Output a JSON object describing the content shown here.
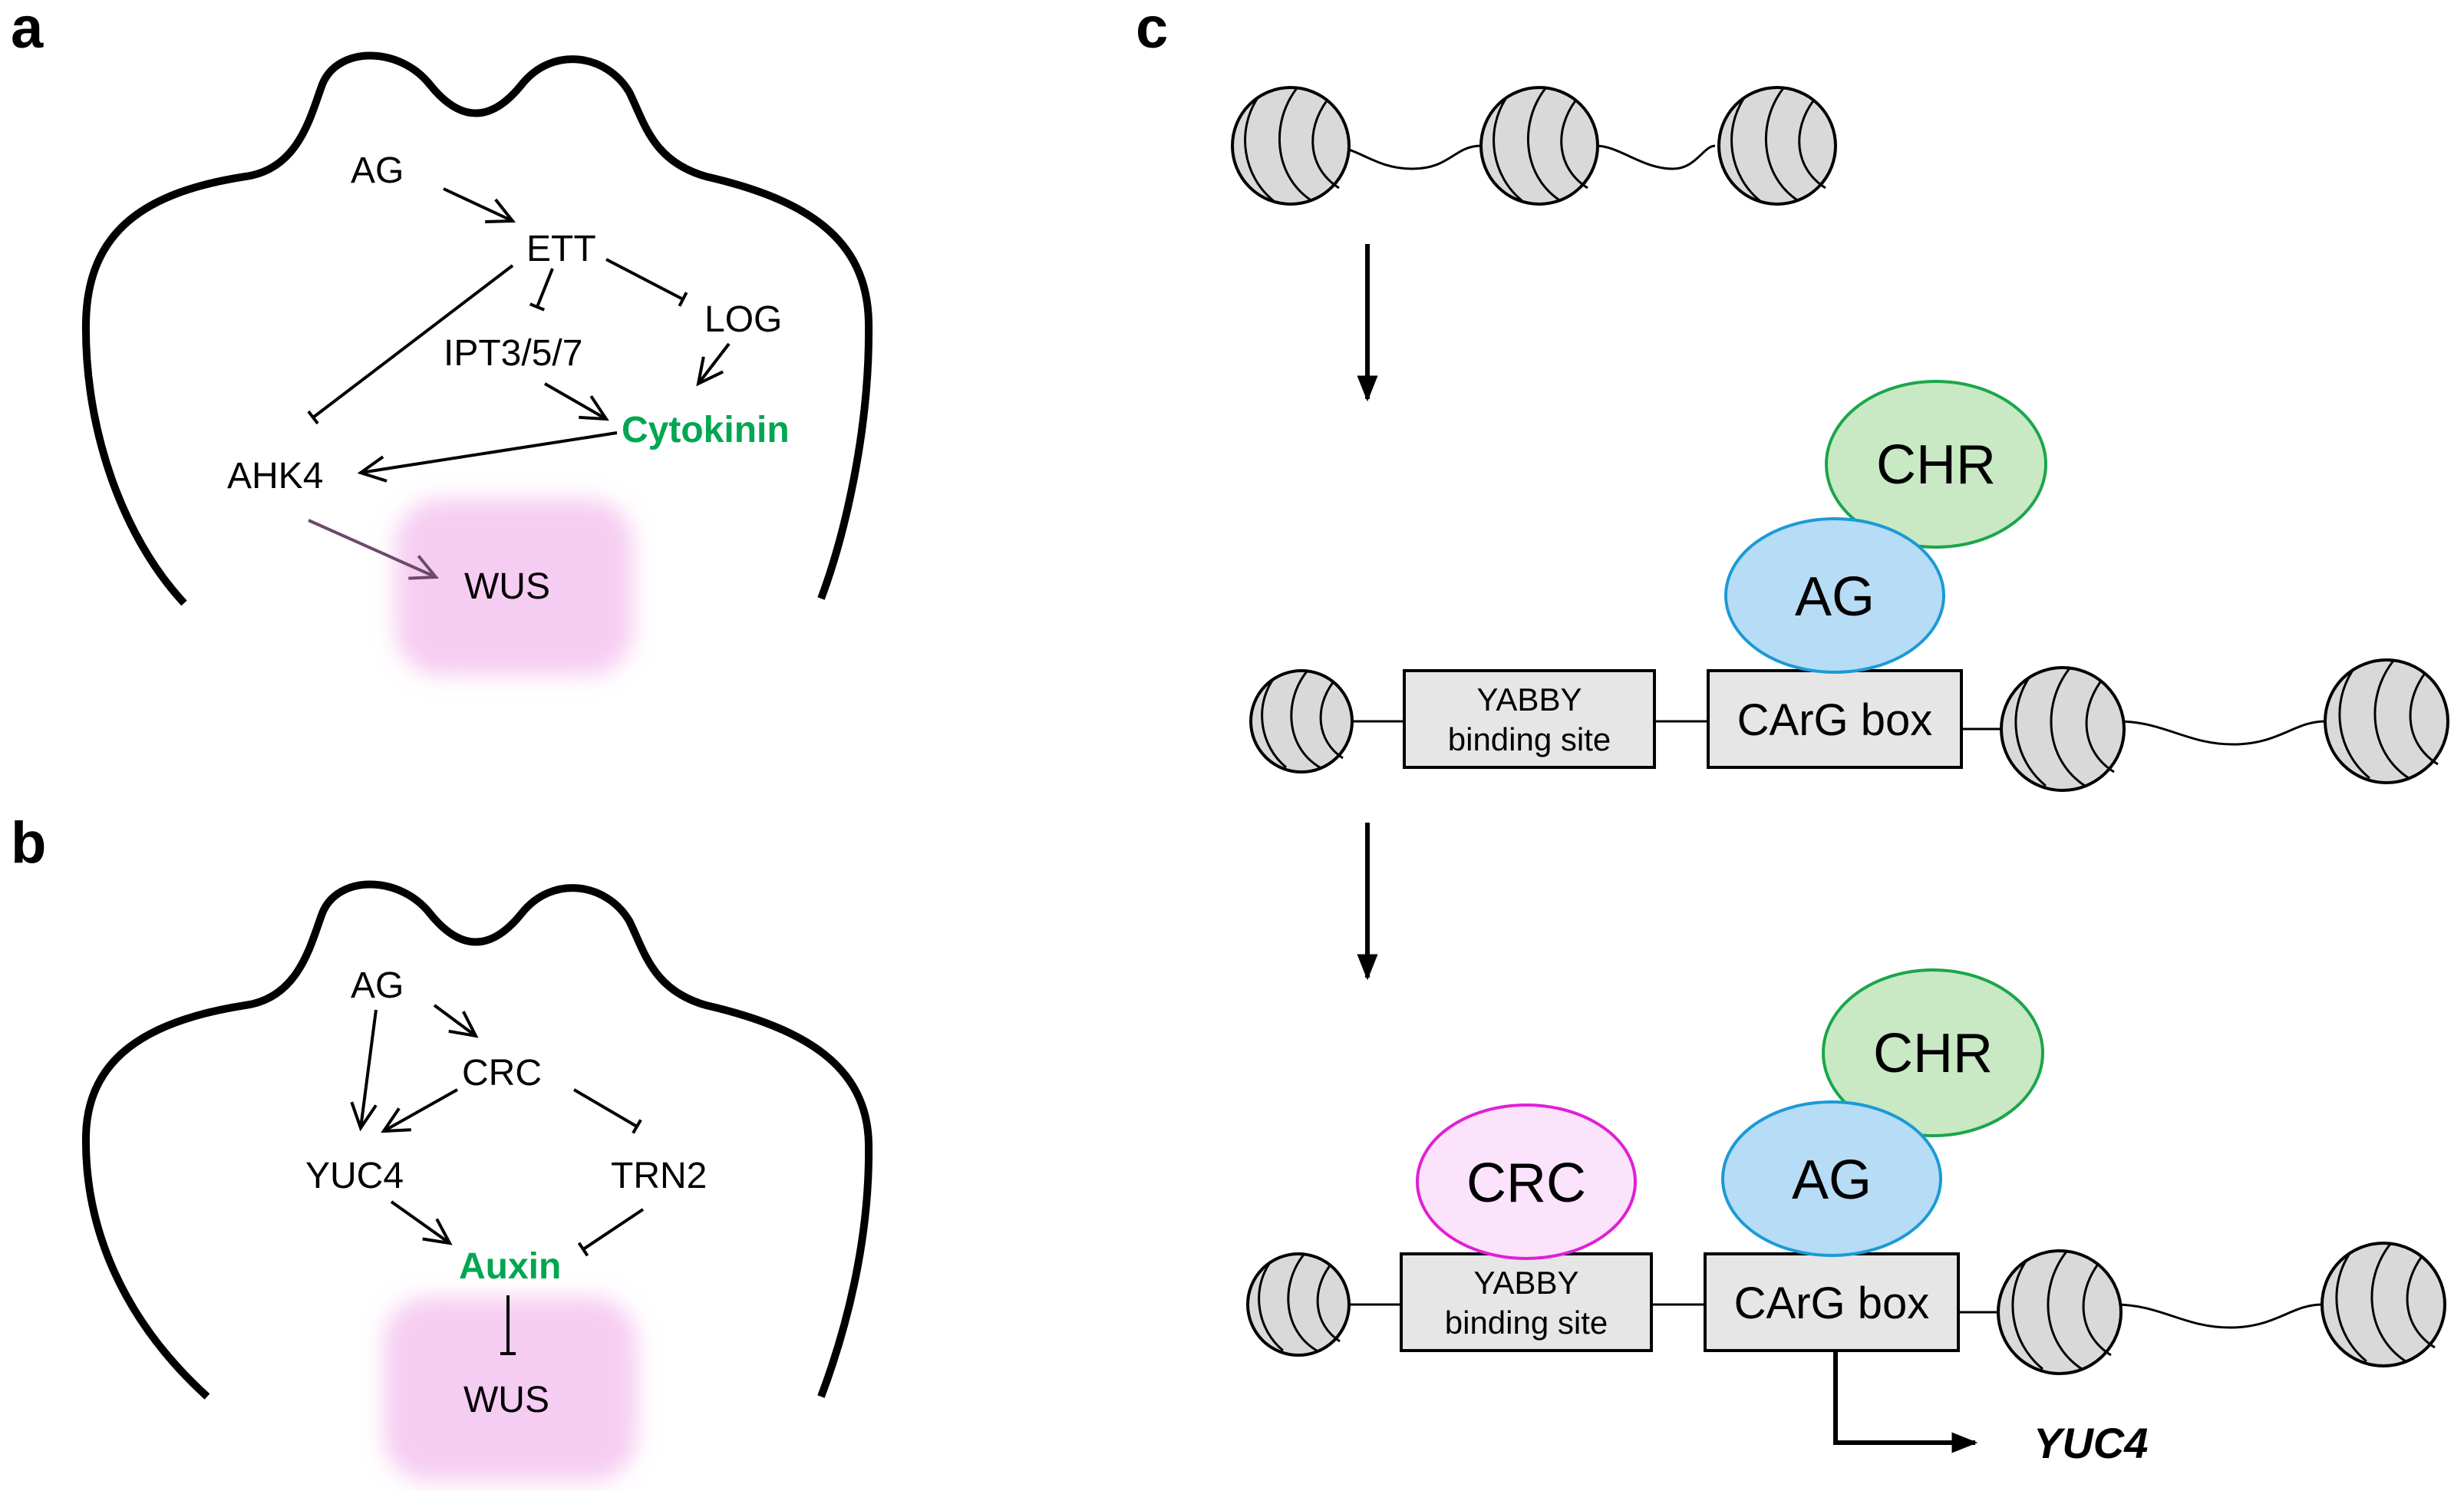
{
  "panels": {
    "a": {
      "letter": "a",
      "nodes": {
        "AG": "AG",
        "ETT": "ETT",
        "LOG": "LOG",
        "IPT": "IPT3/5/7",
        "Cytokinin": "Cytokinin",
        "AHK4": "AHK4",
        "WUS": "WUS"
      }
    },
    "b": {
      "letter": "b",
      "nodes": {
        "AG": "AG",
        "CRC": "CRC",
        "YUC4": "YUC4",
        "TRN2": "TRN2",
        "Auxin": "Auxin",
        "WUS": "WUS"
      }
    },
    "c": {
      "letter": "c",
      "proteins": {
        "CHR": "CHR",
        "AG": "AG",
        "CRC": "CRC"
      },
      "sites": {
        "yabby_line1": "YABBY",
        "yabby_line2": "binding site",
        "carg": "CArG box"
      },
      "target_gene": "YUC4"
    }
  },
  "colors": {
    "hormone_green": "#00a651",
    "wus_pink": "#f6cdf2",
    "chr_fill": "#c9e8c4",
    "chr_stroke": "#1aa64a",
    "ag_fill": "#b7dcf5",
    "ag_stroke": "#1b9ad6",
    "crc_fill": "#fbe3fb",
    "crc_stroke": "#e01fd6"
  }
}
